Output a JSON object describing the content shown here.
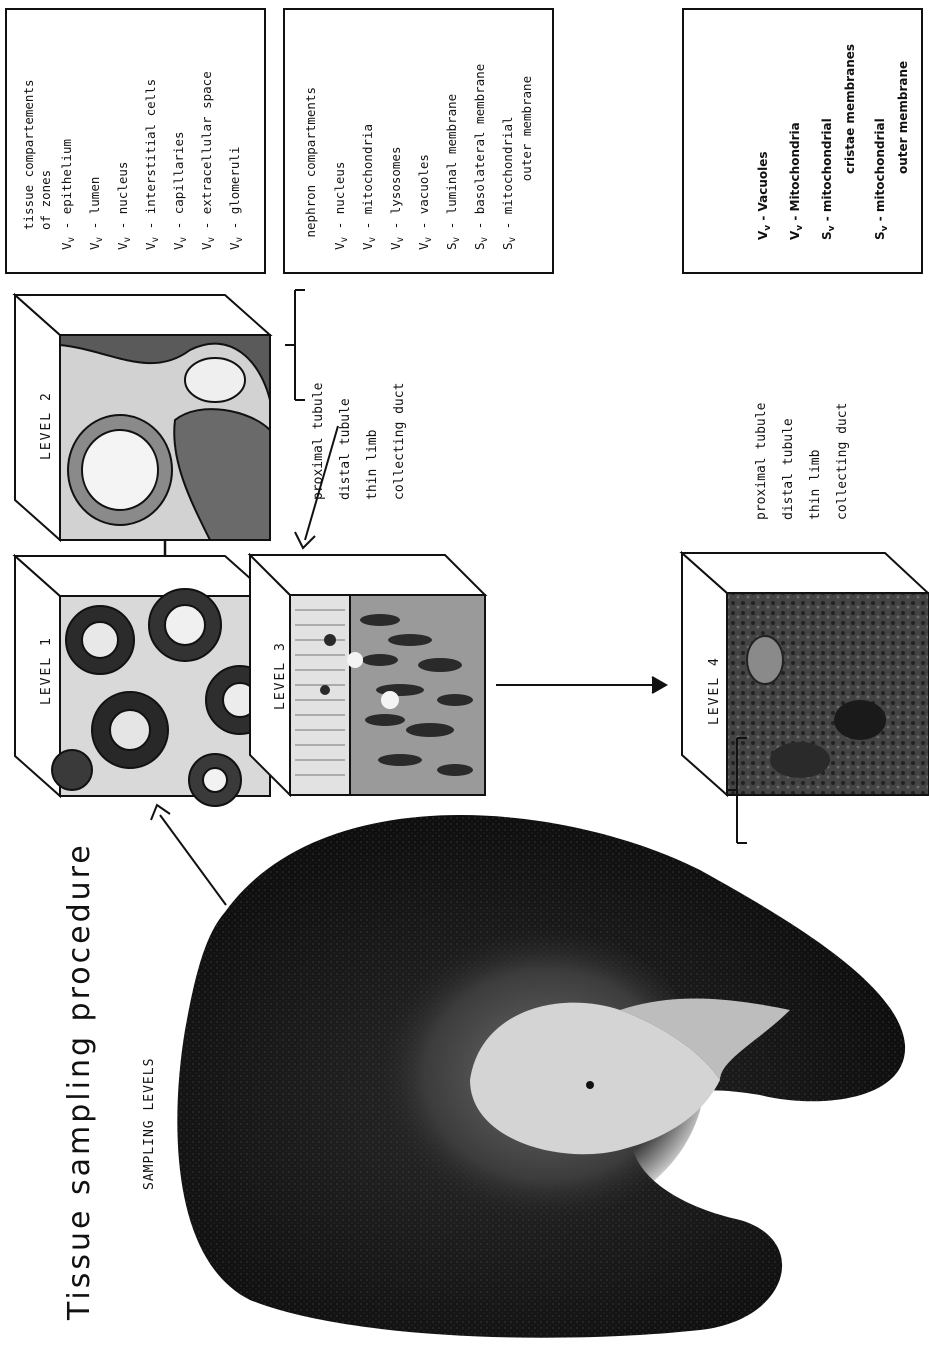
{
  "title": "Tissue sampling procedure",
  "subtitle": "SAMPLING LEVELS",
  "levels": [
    "LEVEL 1",
    "LEVEL 2",
    "LEVEL 3",
    "LEVEL 4"
  ],
  "tissue_panel": {
    "heading": [
      "tissue compartements",
      "of zones"
    ],
    "items": [
      {
        "sym": "V",
        "sub": "v",
        "text": " - epithelium"
      },
      {
        "sym": "V",
        "sub": "v",
        "text": " - lumen"
      },
      {
        "sym": "V",
        "sub": "v",
        "text": " - nucleus"
      },
      {
        "sym": "V",
        "sub": "v",
        "text": " - interstitial cells"
      },
      {
        "sym": "V",
        "sub": "v",
        "text": " - capillaries"
      },
      {
        "sym": "V",
        "sub": "v",
        "text": " - extracellular space"
      },
      {
        "sym": "V",
        "sub": "v",
        "text": " - glomeruli"
      }
    ]
  },
  "nephron_panel": {
    "heading": "nephron compartments",
    "items": [
      {
        "sym": "V",
        "sub": "v",
        "text": " - nucleus"
      },
      {
        "sym": "V",
        "sub": "v",
        "text": " - mitochondria"
      },
      {
        "sym": "V",
        "sub": "v",
        "text": " - lysosomes"
      },
      {
        "sym": "V",
        "sub": "v",
        "text": " - vacuoles"
      },
      {
        "sym": "S",
        "sub": "v",
        "text": " - luminal membrane"
      },
      {
        "sym": "S",
        "sub": "v",
        "text": " - basolateral membrane"
      },
      {
        "sym": "S",
        "sub": "v",
        "text": " - mitochondrial",
        "line2": "outer membrane"
      }
    ]
  },
  "organelle_panel": {
    "items": [
      {
        "sym": "V",
        "sub": "v",
        "text": " - Vacuoles"
      },
      {
        "sym": "V",
        "sub": "v",
        "text": " - Mitochondria"
      },
      {
        "sym": "S",
        "sub": "v",
        "text": " - mitochondrial",
        "line2": "cristae membranes"
      },
      {
        "sym": "S",
        "sub": "v",
        "text": " - mitochondrial",
        "line2": "outer membrane"
      }
    ]
  },
  "tubules_upper": [
    "proximal tubule",
    "distal tubule",
    "thin limb",
    "collecting duct"
  ],
  "tubules_lower": [
    "proximal tubule",
    "distal tubule",
    "thin limb",
    "collecting duct"
  ]
}
